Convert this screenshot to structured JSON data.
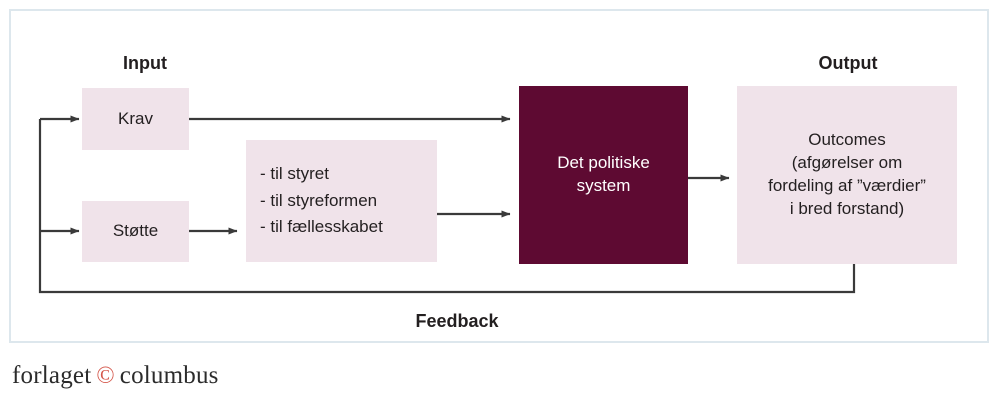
{
  "diagram": {
    "title_input": "Input",
    "title_output": "Output",
    "label_feedback": "Feedback",
    "boxes": {
      "krav": "Krav",
      "stotte": "Støtte",
      "list": {
        "line1": "- til styret",
        "line2": "- til styreformen",
        "line3": "- til fællesskabet"
      },
      "system": {
        "line1": "Det politiske",
        "line2": "system"
      },
      "outcome": {
        "line1": "Outcomes",
        "line2": "(afgørelser om",
        "line3": "fordeling af ”værdier”",
        "line4": "i bred forstand)"
      }
    },
    "colors": {
      "pink_fill": "#f0e3ea",
      "maroon_fill": "#5e0a32",
      "line_color": "#3a3a3a",
      "frame_border": "#dde7ed",
      "text_dark": "#231f20",
      "logo_copyright": "#d4564a"
    }
  },
  "logo": {
    "word1": "forlaget",
    "mark": "©",
    "word2": "columbus"
  }
}
